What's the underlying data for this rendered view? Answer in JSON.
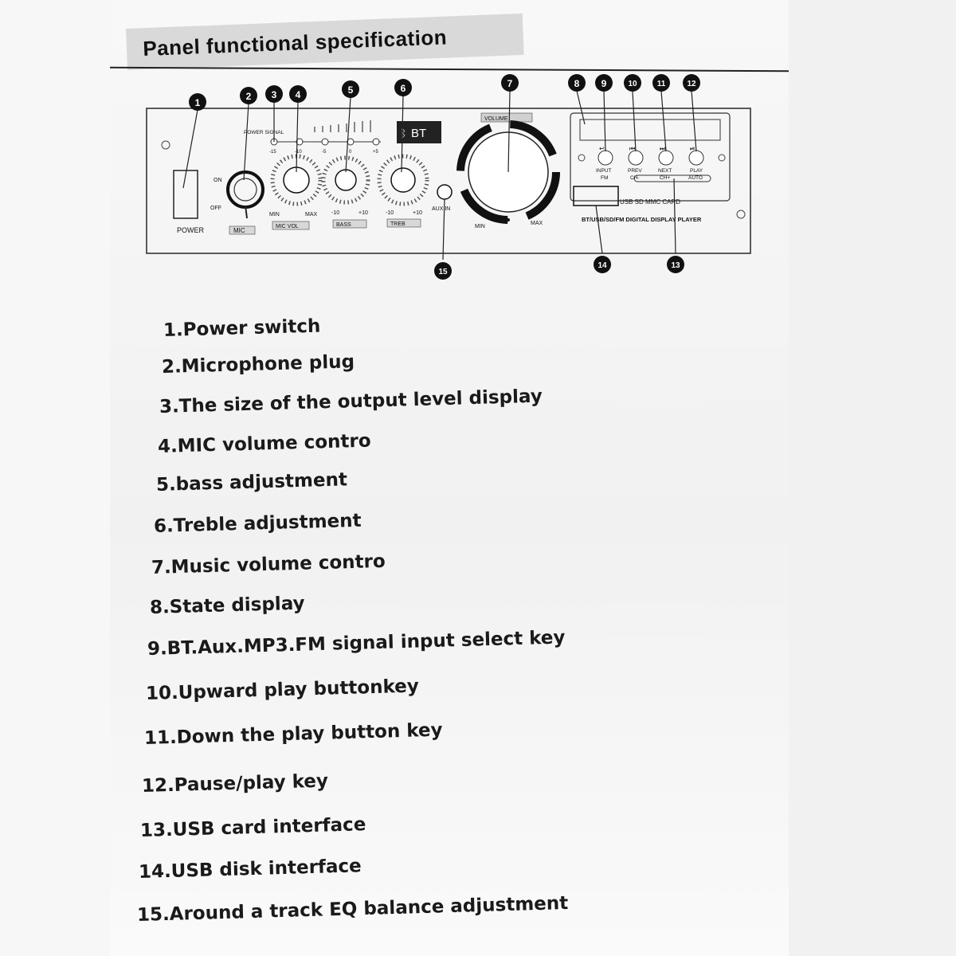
{
  "title": "Panel functional specification",
  "panel": {
    "callouts": [
      "1",
      "2",
      "3",
      "4",
      "5",
      "6",
      "7",
      "8",
      "9",
      "10",
      "11",
      "12",
      "13",
      "14",
      "15"
    ],
    "left_labels": {
      "power": "POWER",
      "on": "ON",
      "off": "OFF",
      "mic": "MIC",
      "mic_vol": "MIC VOL",
      "bass": "BASS",
      "treb": "TREB",
      "power_signal": "POWER SIGNAL",
      "bt": "BT",
      "aux_in": "AUX IN",
      "min": "MIN",
      "max": "MAX",
      "minus10": "-10",
      "plus10": "+10"
    },
    "level_ticks": [
      "-15",
      "-10",
      "-5",
      "0",
      "+5"
    ],
    "volume": {
      "label": "VOLUME",
      "min": "MIN",
      "max": "MAX"
    },
    "player": {
      "buttons": [
        {
          "top": "INPUT",
          "bottom": "FM"
        },
        {
          "top": "PREV",
          "bottom": "CH-"
        },
        {
          "top": "NEXT",
          "bottom": "CH+"
        },
        {
          "top": "PLAY",
          "bottom": "AUTO"
        }
      ],
      "card_label": "USB  SD  MMC CARD",
      "caption": "BT/USB/SD/FM DIGITAL DISPLAY PLAYER"
    }
  },
  "items": [
    "1.Power switch",
    "2.Microphone plug",
    "3.The size of the output level display",
    "4.MIC volume contro",
    "5.bass adjustment",
    "6.Treble adjustment",
    "7.Music volume contro",
    "8.State display",
    "9.BT.Aux.MP3.FM signal input select key",
    "10.Upward play buttonkey",
    "11.Down the play button key",
    "12.Pause/play key",
    "13.USB card interface",
    "14.USB disk interface",
    "15.Around a track EQ balance adjustment"
  ]
}
